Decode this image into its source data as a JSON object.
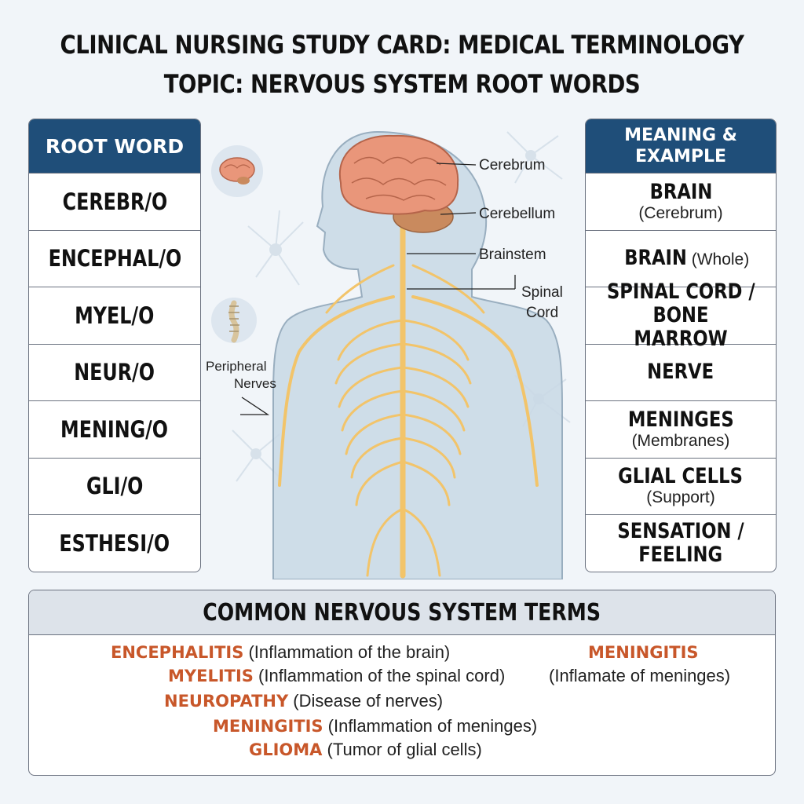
{
  "title": {
    "line1": "CLINICAL NURSING STUDY CARD: MEDICAL TERMINOLOGY",
    "line2": "TOPIC: NERVOUS SYSTEM ROOT WORDS"
  },
  "root_table": {
    "header": "ROOT WORD",
    "rows": [
      "CEREBR/O",
      "ENCEPHAL/O",
      "MYEL/O",
      "NEUR/O",
      "MENING/O",
      "GLI/O",
      "ESTHESI/O"
    ]
  },
  "meaning_table": {
    "header_line1": "MEANING &",
    "header_line2": "EXAMPLE",
    "rows": [
      {
        "main": "BRAIN",
        "sub": "(Cerebrum)"
      },
      {
        "main": "BRAIN",
        "inline": "(Whole)"
      },
      {
        "main": "SPINAL CORD /",
        "main2": "BONE MARROW"
      },
      {
        "main": "NERVE"
      },
      {
        "main": "MENINGES",
        "sub": "(Membranes)"
      },
      {
        "main": "GLIAL CELLS",
        "sub": "(Support)"
      },
      {
        "main": "SENSATION /",
        "main2": "FEELING"
      }
    ]
  },
  "illustration": {
    "labels": {
      "cerebrum": "Cerebrum",
      "cerebellum": "Cerebellum",
      "brainstem": "Brainstem",
      "spinal_line1": "Spinal",
      "spinal_line2": "Cord",
      "peripheral_line1": "Peripheral",
      "peripheral_line2": "Nerves"
    },
    "colors": {
      "nerve": "#f2c46a",
      "brain": "#e9967a",
      "body": "#c9d9e6"
    }
  },
  "terms": {
    "header": "COMMON NERVOUS SYSTEM TERMS",
    "items": [
      {
        "term": "ENCEPHALITIS",
        "desc": " (Inflammation of the brain)"
      },
      {
        "term": "MYELITIS",
        "desc": " (Inflammation of the spinal cord)"
      },
      {
        "term": "NEUROPATHY",
        "desc": " (Disease of nerves)"
      },
      {
        "term": "MENINGITIS",
        "desc": " (Inflammation of meninges)"
      },
      {
        "term": "GLIOMA",
        "desc": " (Tumor of glial cells)"
      }
    ],
    "side": {
      "term": "MENINGITIS",
      "desc": "(Inflamate of meninges)"
    }
  },
  "colors": {
    "header_bg": "#1f4e79",
    "term_accent": "#c8572a",
    "page_bg": "#f1f5f9"
  }
}
